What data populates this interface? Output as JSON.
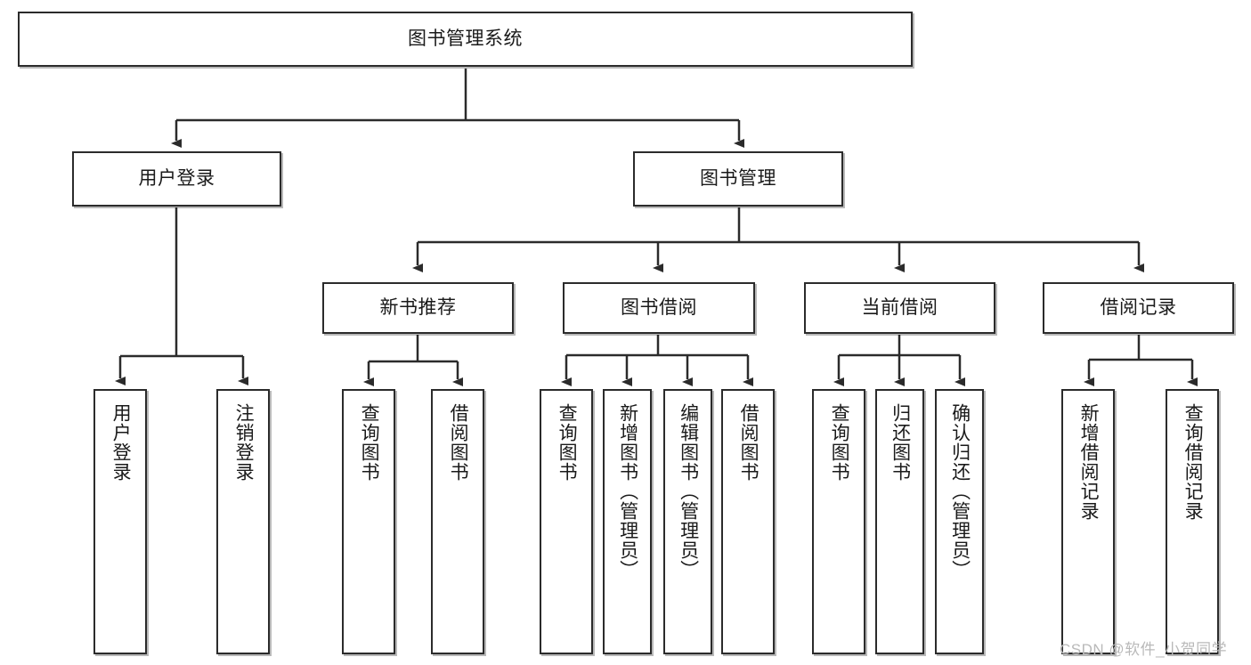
{
  "diagram": {
    "type": "hierarchy-tree",
    "title": "图书管理系统",
    "orientation": "top-down",
    "colors": {
      "box_border": "#2b2b2b",
      "box_fill": "#ffffff",
      "edge": "#2b2b2b",
      "text": "#1a1a1a",
      "watermark": "#b9b9b9"
    }
  },
  "nodes": {
    "root": {
      "label": "图书管理系统"
    },
    "level2": [
      {
        "id": "user-login",
        "label": "用户登录"
      },
      {
        "id": "book-management",
        "label": "图书管理"
      }
    ],
    "level3": [
      {
        "id": "new-book-recommend",
        "label": "新书推荐"
      },
      {
        "id": "book-borrow",
        "label": "图书借阅"
      },
      {
        "id": "current-borrow",
        "label": "当前借阅"
      },
      {
        "id": "borrow-record",
        "label": "借阅记录"
      }
    ],
    "leaves": {
      "user_login": [
        {
          "id": "leaf-user-login",
          "label": "用户登录"
        },
        {
          "id": "leaf-logout",
          "label": "注销登录"
        }
      ],
      "new_book_recommend": [
        {
          "id": "leaf-query-book-1",
          "label": "查询图书"
        },
        {
          "id": "leaf-borrow-book-1",
          "label": "借阅图书"
        }
      ],
      "book_borrow": [
        {
          "id": "leaf-query-book-2",
          "label": "查询图书"
        },
        {
          "id": "leaf-add-book",
          "label": "新增图书（管理员）"
        },
        {
          "id": "leaf-edit-book",
          "label": "编辑图书（管理员）"
        },
        {
          "id": "leaf-borrow-book-2",
          "label": "借阅图书"
        }
      ],
      "current_borrow": [
        {
          "id": "leaf-query-book-3",
          "label": "查询图书"
        },
        {
          "id": "leaf-return-book",
          "label": "归还图书"
        },
        {
          "id": "leaf-confirm-return",
          "label": "确认归还（管理员）"
        }
      ],
      "borrow_record": [
        {
          "id": "leaf-add-record",
          "label": "新增借阅记录"
        },
        {
          "id": "leaf-query-record",
          "label": "查询借阅记录"
        }
      ]
    }
  },
  "watermark": {
    "text": "CSDN @软件_小贺同学"
  }
}
